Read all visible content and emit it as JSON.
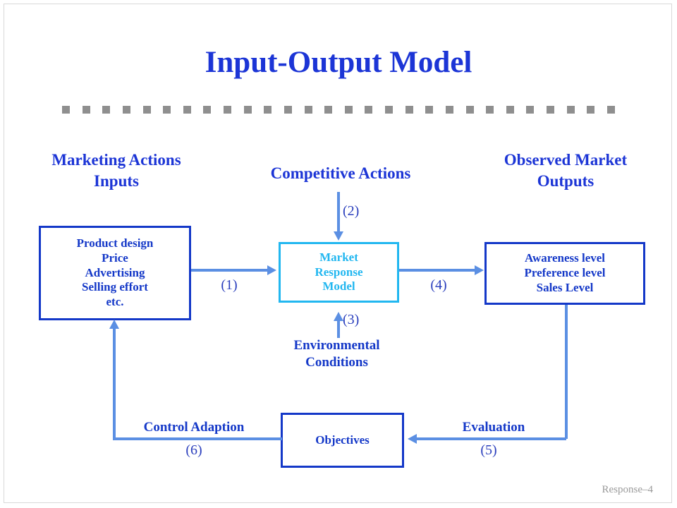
{
  "slide": {
    "title": "Input-Output Model",
    "footer": "Response–4",
    "accent_blue": "#1438c8",
    "accent_cyan": "#22b7f0",
    "connector_blue": "#5b8fe3",
    "divider_gray": "#8f8f8f",
    "divider_square_count": 28
  },
  "headers": {
    "left": [
      "Marketing Actions",
      "Inputs"
    ],
    "middle": [
      "Competitive Actions"
    ],
    "right": [
      "Observed Market",
      "Outputs"
    ]
  },
  "boxes": {
    "inputs": [
      "Product design",
      "Price",
      "Advertising",
      "Selling effort",
      "etc."
    ],
    "model": [
      "Market",
      "Response",
      "Model"
    ],
    "outputs": [
      "Awareness level",
      "Preference level",
      "Sales Level"
    ],
    "objectives": [
      "Objectives"
    ]
  },
  "labels": {
    "n1": "(1)",
    "n2": "(2)",
    "n3": "(3)",
    "n4": "(4)",
    "n5": "(5)",
    "n6": "(6)",
    "environmental": [
      "Environmental",
      "Conditions"
    ],
    "evaluation": "Evaluation",
    "control_adaption": "Control Adaption"
  }
}
